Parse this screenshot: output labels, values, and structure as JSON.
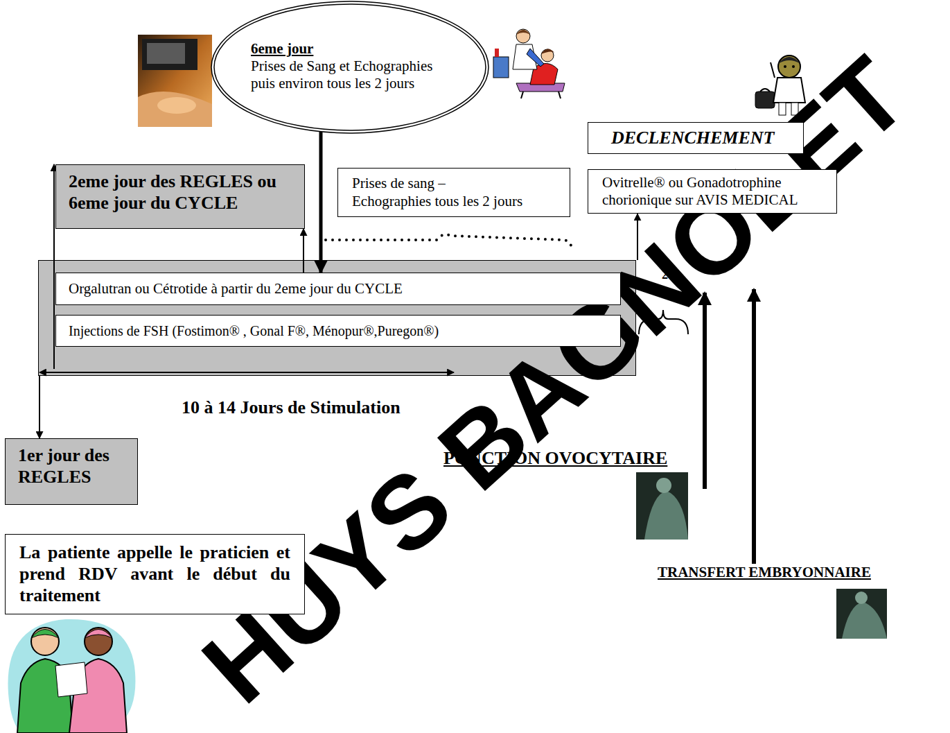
{
  "diagram": {
    "nodes": [
      {
        "text": [
          "6eme jour",
          "Prises de Sang et Echographies puis environ tous les 2 jours"
        ]
      },
      {
        "text": [
          "DECLENCHEMENT"
        ]
      },
      {
        "text": [
          "2eme jour des REGLES ou 6eme jour du CYCLE"
        ]
      },
      {
        "text": [
          "Prises de sang – Echographies tous les 2 jours"
        ]
      },
      {
        "text": [
          "Ovitrelle® ou Gonadotrophine chorionique sur AVIS MEDICAL"
        ]
      },
      {
        "text": []
      },
      {
        "text": [
          "Orgalutran ou Cétrotide à partir du 2eme jour du CYCLE"
        ],
        "in": 5
      },
      {
        "text": [
          "Injections de FSH (Fostimon® , Gonal F®, Ménopur®,Puregon®)"
        ],
        "in": 5
      },
      {
        "text": [
          "1er jour des REGLES"
        ]
      },
      {
        "text": [
          "La patiente appelle le praticien et prend RDV avant le début du traitement"
        ]
      }
    ],
    "edges": [
      {
        "from": 5,
        "to": 2,
        "arrow": "to"
      },
      {
        "from": 6,
        "to": 2,
        "arrow": "to"
      },
      {
        "from": 0,
        "to": 6,
        "arrow": "to"
      },
      {
        "from": 5,
        "to": 4,
        "arrow": "to"
      },
      {
        "from": 5,
        "to": 8,
        "arrow": "to"
      }
    ],
    "labels": [
      "10 à 14 Jours de Stimulation",
      "2 J",
      "PONCTION OVOCYTAIRE",
      "TRANSFERT EMBRYONNAIRE",
      "HUYS BAGNOLET"
    ]
  }
}
